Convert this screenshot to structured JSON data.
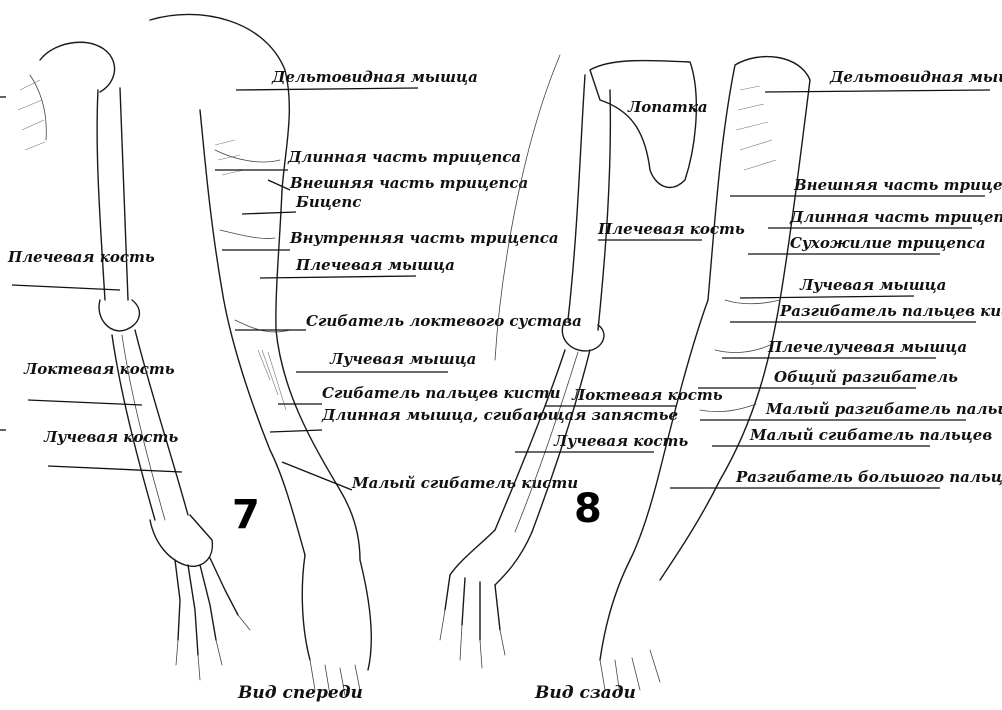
{
  "figures": {
    "front": {
      "number": "7",
      "caption": "Вид спереди",
      "bone_labels": {
        "humerus": "Плечевая кость",
        "ulna": "Локтевая кость",
        "radius": "Лучевая кость"
      },
      "muscle_labels": [
        "Дельтовидная мышца",
        "Длинная часть трицепса",
        "Внешняя часть трицепса",
        "Бицепс",
        "Внутренняя часть трицепса",
        "Плечевая мышца",
        "Сгибатель локтевого сустава",
        "Лучевая мышца",
        "Сгибатель пальцев кисти",
        "Длинная мышца, сгибающая запястье",
        "Малый сгибатель кисти"
      ]
    },
    "back": {
      "number": "8",
      "caption": "Вид сзади",
      "bone_labels": {
        "scapula": "Лопатка",
        "humerus": "Плечевая кость",
        "ulna": "Локтевая кость",
        "radius": "Лучевая кость"
      },
      "muscle_labels": [
        "Дельтовидная мышца",
        "Внешняя часть трицепса",
        "Длинная часть трицепса",
        "Сухожилие трицепса",
        "Лучевая мышца",
        "Разгибатель пальцев кисти",
        "Плечелучевая мышца",
        "Общий разгибатель",
        "Малый разгибатель пальцев",
        "Малый сгибатель пальцев",
        "Разгибатель большого пальца"
      ]
    }
  }
}
